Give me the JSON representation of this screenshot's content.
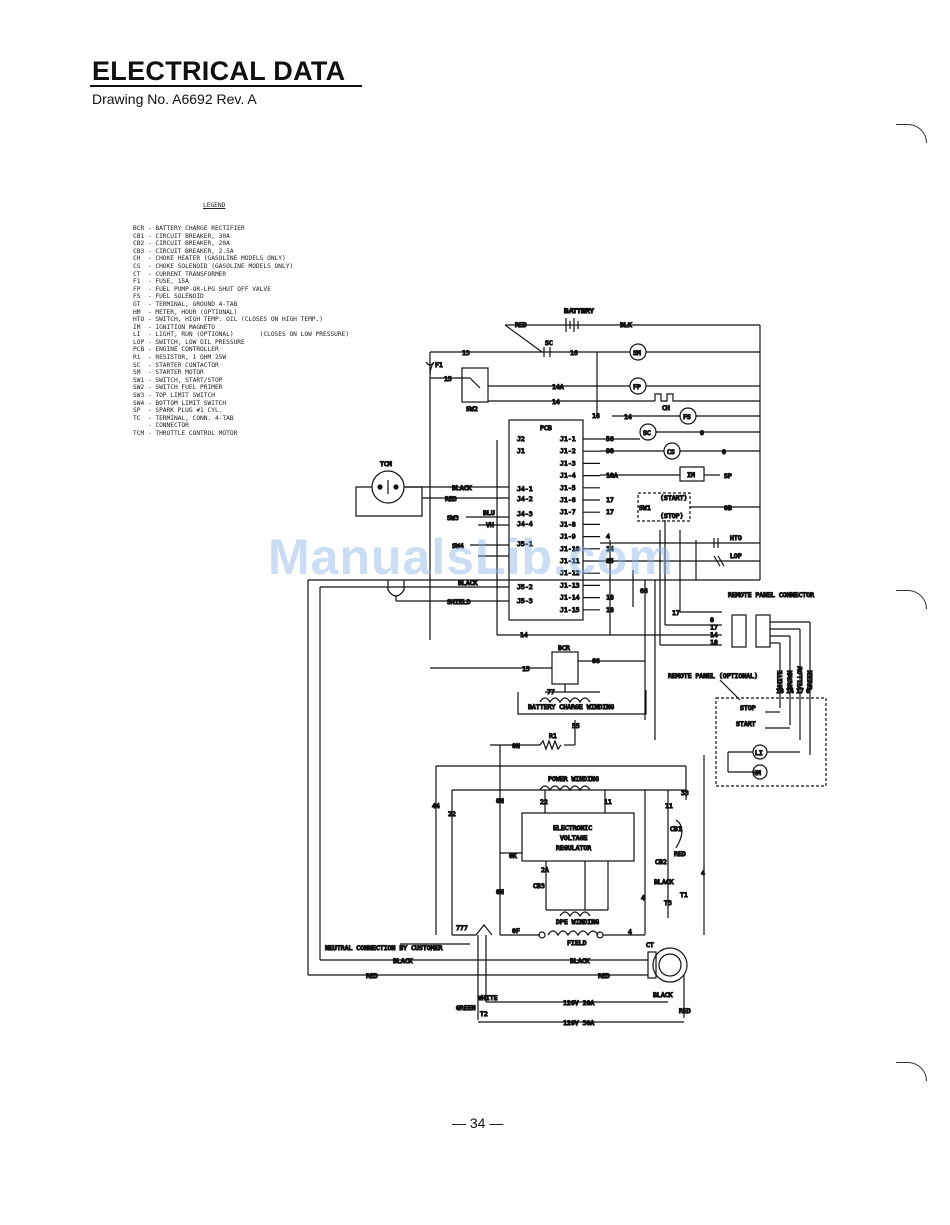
{
  "header": {
    "title": "ELECTRICAL DATA",
    "subtitle": "Drawing No. A6692 Rev. A"
  },
  "legend": {
    "heading": "LEGEND",
    "items": [
      "BCR - BATTERY CHARGE RECTIFIER",
      "CB1 - CIRCUIT BREAKER, 30A",
      "CB2 - CIRCUIT BREAKER, 20A",
      "CB3 - CIRCUIT BREAKER, 2.5A",
      "CH  - CHOKE HEATER (GASOLINE MODELS ONLY)",
      "CS  - CHOKE SOLENOID (GASOLINE MODELS ONLY)",
      "CT  - CURRENT TRANSFORMER",
      "F1  - FUSE, 15A",
      "FP  - FUEL PUMP-OR-LPG SHUT OFF VALVE",
      "FS  - FUEL SOLENOID",
      "GT  - TERMINAL, GROUND 4-TAB",
      "HM  - METER, HOUR (OPTIONAL)",
      "HTO - SWITCH, HIGH TEMP. OIL (CLOSES ON HIGH TEMP.)",
      "IM  - IGNITION MAGNETO",
      "LI  - LIGHT, RUN (OPTIONAL)       (CLOSES ON LOW PRESSURE)",
      "LOP - SWITCH, LOW OIL PRESSURE",
      "PCB - ENGINE CONTROLLER",
      "R1  - RESISTOR, 1 OHM 25W",
      "SC  - STARTER CONTACTOR",
      "SM  - STARTER MOTOR",
      "SW1 - SWITCH, START/STOP",
      "SW2 - SWITCH FUEL PRIMER",
      "SW3 - TOP LIMIT SWITCH",
      "SW4 - BOTTOM LIMIT SWITCH",
      "SP  - SPARK PLUG #1 CYL.",
      "TC  - TERMINAL, CONN. 4-TAB",
      "    - CONNECTOR",
      "TCM - THROTTLE CONTROL MOTOR"
    ]
  },
  "diagram": {
    "battery": "BATTERY",
    "red": "RED",
    "blk": "BLK",
    "sc": "SC",
    "f1": "F1",
    "sw2": "SW2",
    "sm": "SM",
    "fp": "FP",
    "fs": "FS",
    "ch": "CH",
    "sc_circle": "SC",
    "cs": "CS",
    "im": "IM",
    "sp": "SP",
    "pcb": "PCB",
    "tcm": "TCM",
    "sw3": "SW3",
    "sw4": "SW4",
    "sw1": "SW1",
    "start": "(START)",
    "stop": "(STOP)",
    "hto": "HTO",
    "lop": "LOP",
    "black": "BLACK",
    "red_wire": "RED",
    "blu": "BLU",
    "vh": "VH",
    "shield": "SHIELD",
    "bcr": "BCR",
    "battery_winding": "BATTERY CHARGE WINDING",
    "r1": "R1",
    "power_winding": "POWER WINDING",
    "evr": "ELECTRONIC VOLTAGE REGULATOR",
    "dpe_winding": "DPE WINDING",
    "field": "FIELD",
    "cb1": "CB1",
    "cb2": "CB2",
    "cb3": "CB3",
    "ct": "CT",
    "remote_connector": "REMOTE PANEL CONNECTOR",
    "remote_panel": "REMOTE PANEL (OPTIONAL)",
    "rp_stop": "STOP",
    "rp_start": "START",
    "li": "LI",
    "hm": "HM",
    "neutral": "NEUTRAL CONNECTION BY CUSTOMER",
    "white": "WHITE",
    "green": "GREEN",
    "v120_20": "120V 20A",
    "v120_30": "120V 30A",
    "pcb_left": [
      "J2",
      "J1",
      "J4-1",
      "J4-2",
      "J4-3",
      "J4-4",
      "J5-1",
      "J5-2",
      "J5-3"
    ],
    "pcb_right": [
      "J1-1",
      "J1-2",
      "J1-3",
      "J1-4",
      "J1-5",
      "J1-6",
      "J1-7",
      "J1-8",
      "J1-9",
      "J1-10",
      "J1-11",
      "J1-12",
      "J1-13",
      "J1-14",
      "J1-15"
    ],
    "pcb_right_wires": [
      "56",
      "98",
      "",
      "18A",
      "",
      "17",
      "17",
      "",
      "4",
      "14",
      "85",
      "",
      "",
      "18",
      "18"
    ],
    "remote_wires": [
      "WHITE",
      "BROWN",
      "YELLOW",
      "GREEN"
    ],
    "remote_nums": [
      "18",
      "14",
      "17",
      "0"
    ],
    "conn_wires": [
      "0",
      "17",
      "14",
      "18"
    ]
  },
  "footer": {
    "page": "— 34 —"
  },
  "watermark": "ManualsLib.com"
}
